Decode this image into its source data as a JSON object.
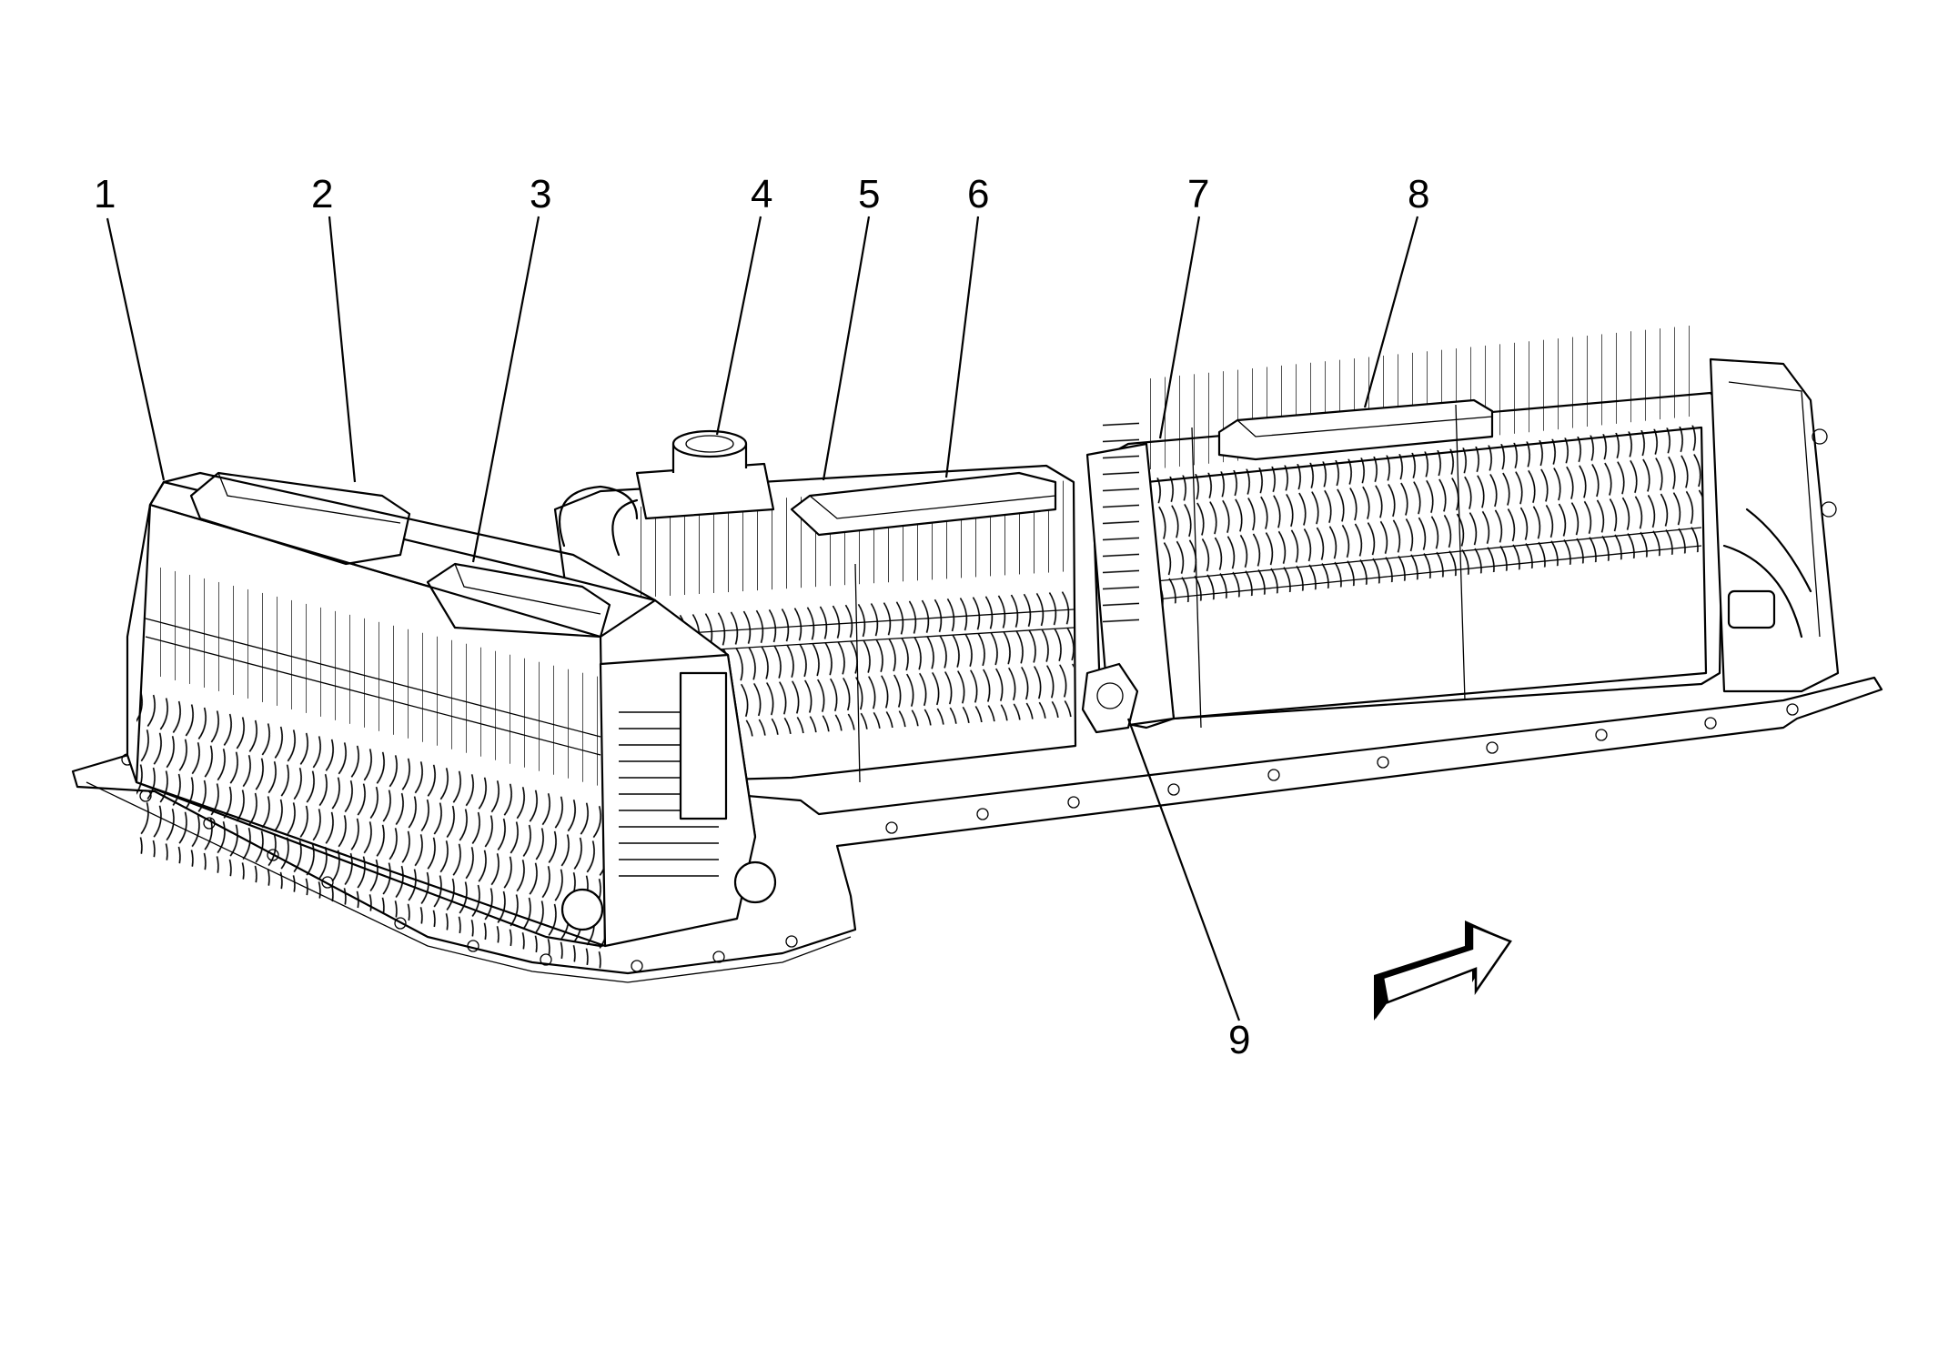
{
  "callouts": [
    {
      "id": "1",
      "label": "1"
    },
    {
      "id": "2",
      "label": "2"
    },
    {
      "id": "3",
      "label": "3"
    },
    {
      "id": "4",
      "label": "4"
    },
    {
      "id": "5",
      "label": "5"
    },
    {
      "id": "6",
      "label": "6"
    },
    {
      "id": "7",
      "label": "7"
    },
    {
      "id": "8",
      "label": "8"
    },
    {
      "id": "9",
      "label": "9"
    }
  ],
  "icons": {
    "direction_arrow": "forward-direction-arrow-icon"
  },
  "colors": {
    "line": "#000000",
    "background": "#ffffff"
  }
}
